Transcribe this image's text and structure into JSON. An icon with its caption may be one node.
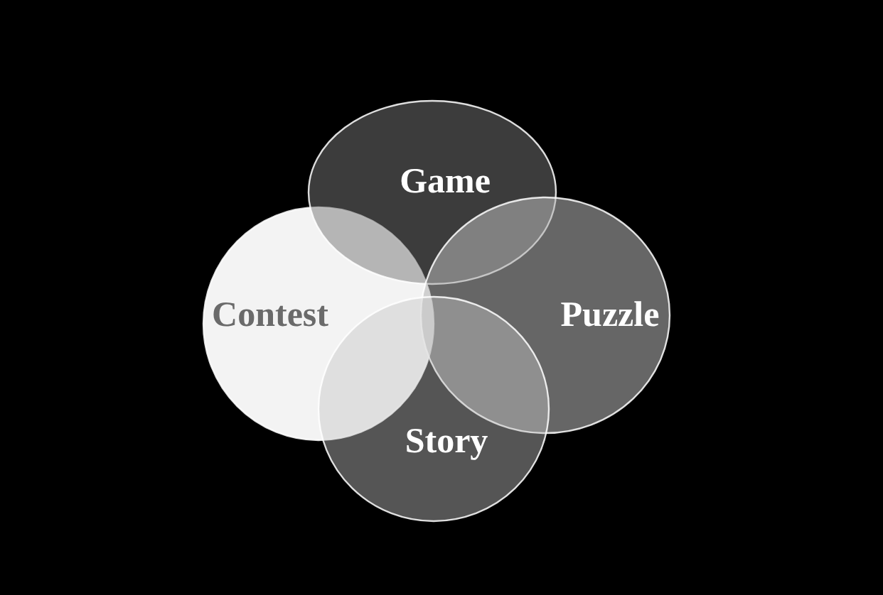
{
  "diagram": {
    "nodes": [
      {
        "text": [
          "Game"
        ]
      },
      {
        "text": [
          "Contest"
        ]
      },
      {
        "text": [
          "Puzzle"
        ]
      },
      {
        "text": [
          "Story"
        ]
      }
    ]
  }
}
